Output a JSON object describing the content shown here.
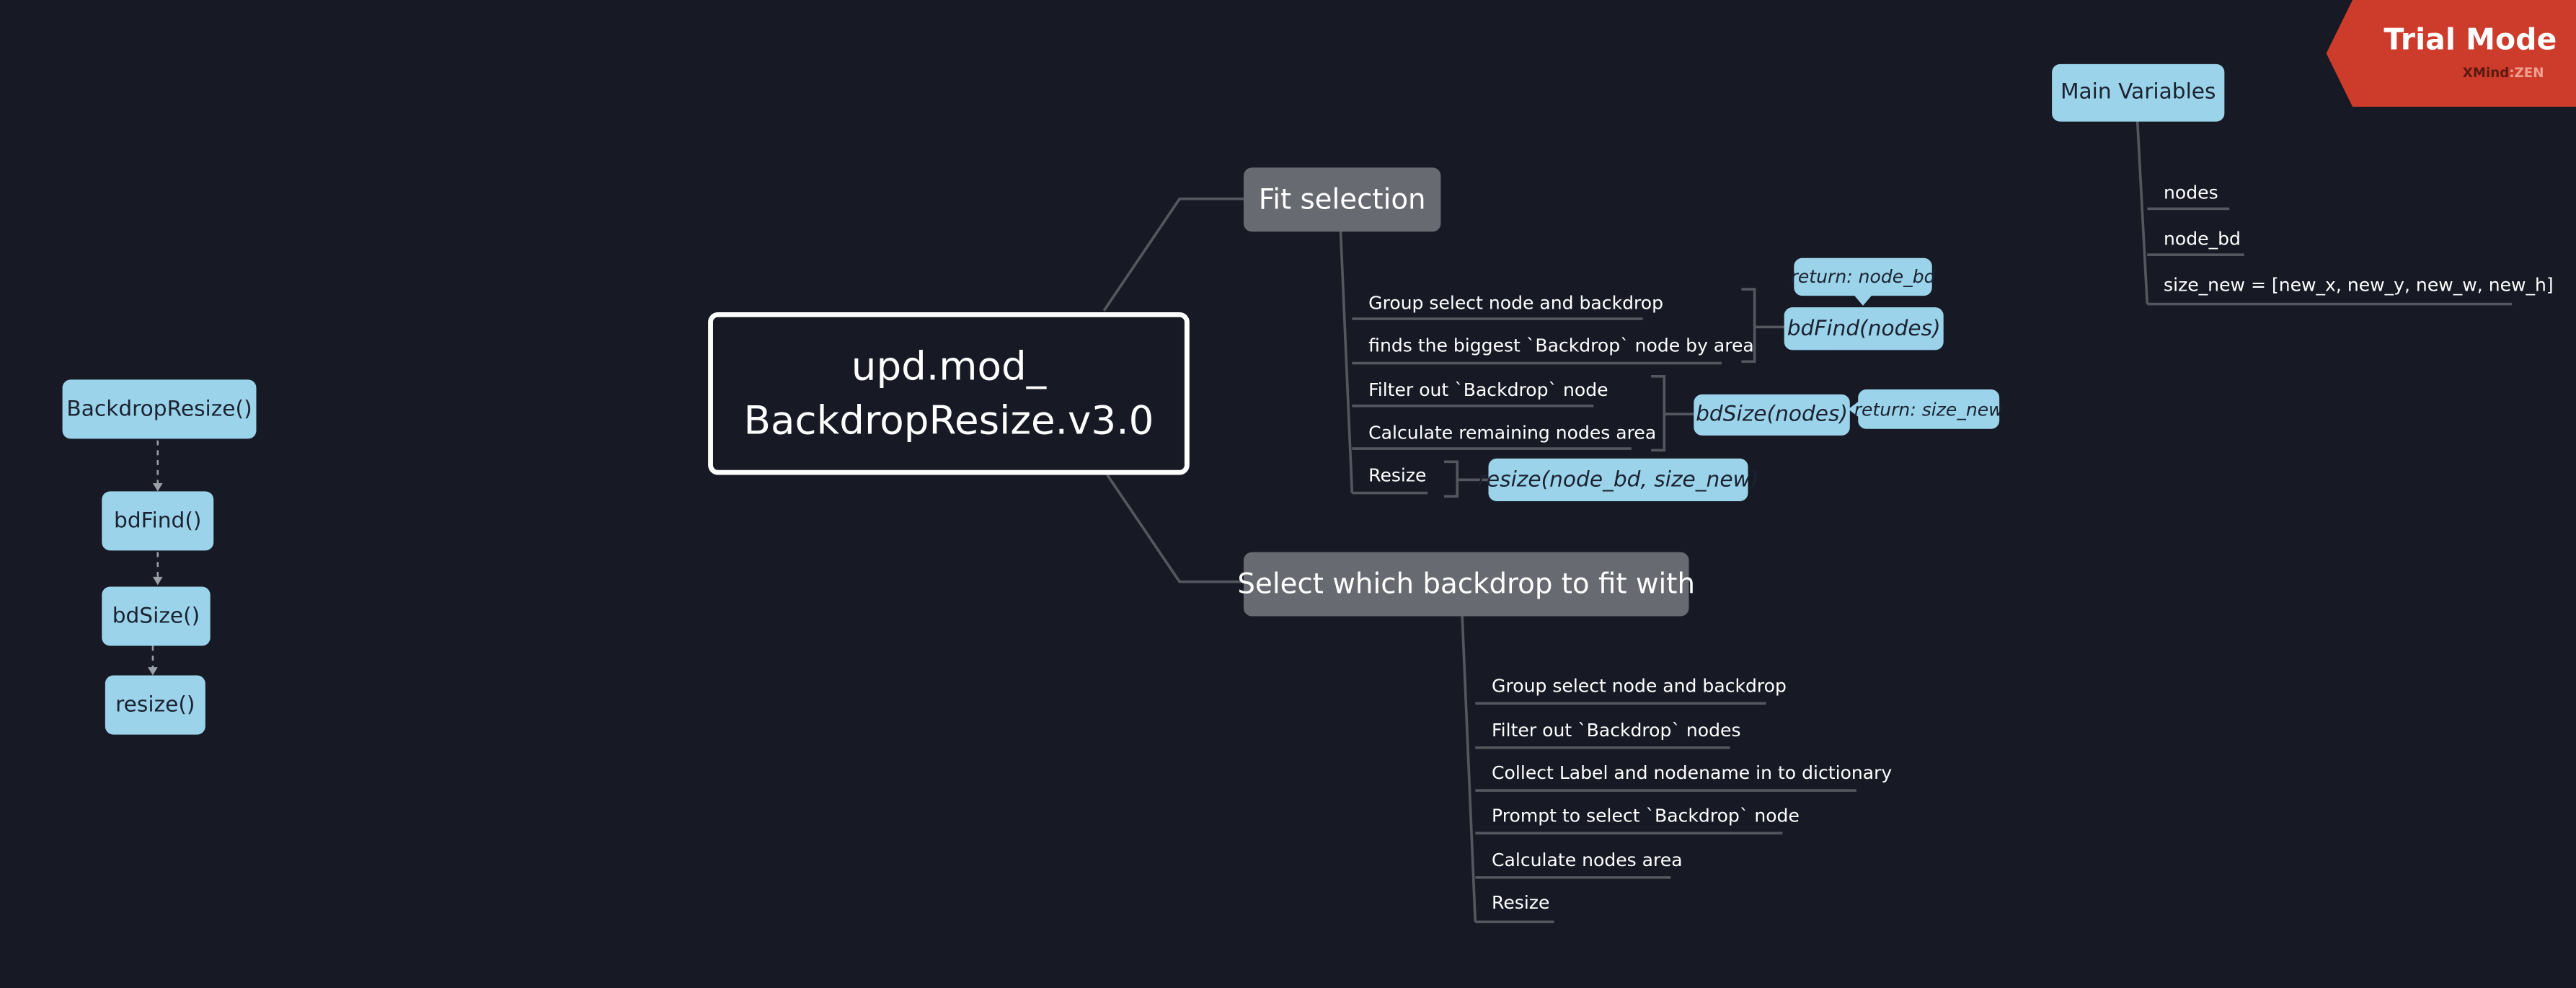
{
  "central_topic": {
    "line1": "upd.mod_",
    "line2": "BackdropResize.v3.0"
  },
  "function_flow": [
    "BackdropResize()",
    "bdFind()",
    "bdSize()",
    "resize()"
  ],
  "fit_selection": {
    "title": "Fit selection",
    "steps": [
      "Group select node and backdrop",
      "finds the biggest `Backdrop` node by area",
      "Filter out `Backdrop` node",
      "Calculate remaining nodes area",
      "Resize"
    ],
    "functions": [
      {
        "name": "bdFind(nodes)",
        "returns": "return: node_bd"
      },
      {
        "name": "bdSize(nodes)",
        "returns": "return: size_new"
      },
      {
        "name": "resize(node_bd, size_new)"
      }
    ]
  },
  "select_backdrop": {
    "title": "Select which backdrop to fit with",
    "steps": [
      "Group select node and backdrop",
      "Filter out `Backdrop` nodes",
      "Collect Label and nodename in to dictionary",
      "Prompt to select `Backdrop` node",
      "Calculate nodes area",
      "Resize"
    ]
  },
  "main_variables": {
    "title": "Main Variables",
    "items": [
      "nodes",
      "node_bd",
      "size_new = [new_x, new_y, new_w, new_h]"
    ]
  },
  "watermark": {
    "title": "Trial Mode",
    "brand_a": "XMind",
    "brand_sep": ":",
    "brand_b": "ZEN"
  },
  "colors": {
    "background": "#171a25",
    "topic_gray": "#686a72",
    "node_blue": "#9bd3ea",
    "line": "#54575e",
    "watermark": "#cd3b2b"
  }
}
